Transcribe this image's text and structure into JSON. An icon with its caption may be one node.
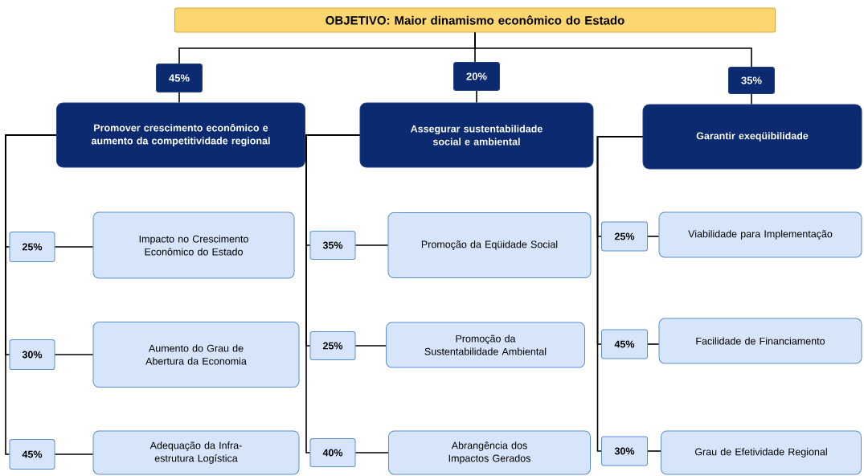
{
  "diagram": {
    "nodes": [
      {
        "text": [
          "OBJETIVO:  Maior dinamismo econômico do Estado"
        ]
      },
      {
        "text": [
          "45%"
        ]
      },
      {
        "text": [
          "20%"
        ]
      },
      {
        "text": [
          "35%"
        ]
      },
      {
        "text": [
          "Promover crescimento econômico e aumento da competitividade regional"
        ]
      },
      {
        "text": [
          "Assegurar sustentabilidade social e ambiental"
        ]
      },
      {
        "text": [
          "Garantir exeqüibilidade"
        ]
      },
      {
        "text": [
          "25%"
        ]
      },
      {
        "text": [
          "Impacto no Crescimento Econômico do Estado"
        ]
      },
      {
        "text": [
          "30%"
        ]
      },
      {
        "text": [
          "Aumento do Grau de Abertura da Economia"
        ]
      },
      {
        "text": [
          "45%"
        ]
      },
      {
        "text": [
          "Adequação da Infra-estrutura Logística"
        ]
      },
      {
        "text": [
          "35%"
        ]
      },
      {
        "text": [
          "Promoção da Eqüidade Social"
        ]
      },
      {
        "text": [
          "25%"
        ]
      },
      {
        "text": [
          "Promoção da Sustentabilidade Ambiental"
        ]
      },
      {
        "text": [
          "40%"
        ]
      },
      {
        "text": [
          "Abrangência dos Impactos Gerados"
        ]
      },
      {
        "text": [
          "25%"
        ]
      },
      {
        "text": [
          "Viabilidade para Implementação"
        ]
      },
      {
        "text": [
          "45%"
        ]
      },
      {
        "text": [
          "Facilidade de Financiamento"
        ]
      },
      {
        "text": [
          "30%"
        ]
      },
      {
        "text": [
          "Grau de Efetividade Regional"
        ]
      }
    ],
    "edges": [
      {
        "from": 0,
        "to": 1,
        "arrow": "none"
      },
      {
        "from": 0,
        "to": 2,
        "arrow": "none"
      },
      {
        "from": 0,
        "to": 3,
        "arrow": "none"
      },
      {
        "from": 1,
        "to": 4,
        "arrow": "none"
      },
      {
        "from": 2,
        "to": 5,
        "arrow": "none"
      },
      {
        "from": 3,
        "to": 6,
        "arrow": "none"
      },
      {
        "from": 4,
        "to": 7,
        "arrow": "none"
      },
      {
        "from": 4,
        "to": 9,
        "arrow": "none"
      },
      {
        "from": 4,
        "to": 11,
        "arrow": "none"
      },
      {
        "from": 5,
        "to": 13,
        "arrow": "none"
      },
      {
        "from": 5,
        "to": 15,
        "arrow": "none"
      },
      {
        "from": 5,
        "to": 17,
        "arrow": "none"
      },
      {
        "from": 6,
        "to": 19,
        "arrow": "none"
      },
      {
        "from": 6,
        "to": 21,
        "arrow": "none"
      },
      {
        "from": 6,
        "to": 23,
        "arrow": "none"
      },
      {
        "from": 7,
        "to": 8,
        "arrow": "none"
      },
      {
        "from": 9,
        "to": 10,
        "arrow": "none"
      },
      {
        "from": 11,
        "to": 12,
        "arrow": "none"
      },
      {
        "from": 13,
        "to": 14,
        "arrow": "none"
      },
      {
        "from": 15,
        "to": 16,
        "arrow": "none"
      },
      {
        "from": 17,
        "to": 18,
        "arrow": "none"
      },
      {
        "from": 19,
        "to": 20,
        "arrow": "none"
      },
      {
        "from": 21,
        "to": 22,
        "arrow": "none"
      },
      {
        "from": 23,
        "to": 24,
        "arrow": "none"
      }
    ]
  }
}
